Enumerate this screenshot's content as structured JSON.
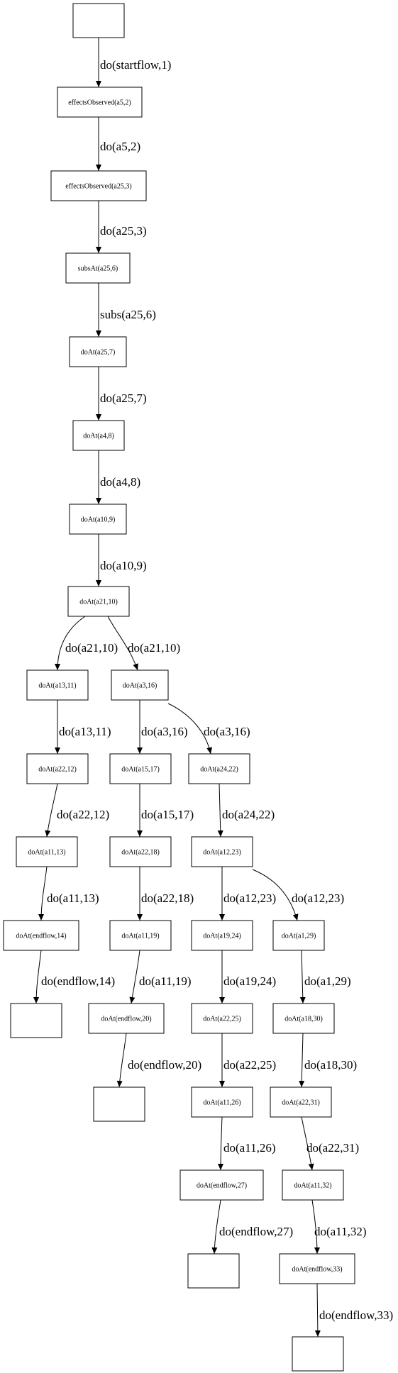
{
  "nodes": {
    "start": "",
    "n2": "effectsObserved(a5,2)",
    "n3": "effectsObserved(a25,3)",
    "n6": "subsAt(a25,6)",
    "n7": "doAt(a25,7)",
    "n8": "doAt(a4,8)",
    "n9": "doAt(a10,9)",
    "n10": "doAt(a21,10)",
    "n11": "doAt(a13,11)",
    "n16": "doAt(a3,16)",
    "n12": "doAt(a22,12)",
    "n17": "doAt(a15,17)",
    "n22": "doAt(a24,22)",
    "n13": "doAt(a11,13)",
    "n18": "doAt(a22,18)",
    "n23": "doAt(a12,23)",
    "n14": "doAt(endflow,14)",
    "n19": "doAt(a11,19)",
    "n24": "doAt(a19,24)",
    "n29": "doAt(a1,29)",
    "e14": "",
    "n20": "doAt(endflow,20)",
    "n25": "doAt(a22,25)",
    "n30": "doAt(a18,30)",
    "e20": "",
    "n26": "doAt(a11,26)",
    "n31": "doAt(a22,31)",
    "n27": "doAt(endflow,27)",
    "n32": "doAt(a11,32)",
    "e27": "",
    "n33": "doAt(endflow,33)",
    "e33": ""
  },
  "edges": {
    "start_n2": "do(startflow,1)",
    "n2_n3": "do(a5,2)",
    "n3_n6": "do(a25,3)",
    "n6_n7": "subs(a25,6)",
    "n7_n8": "do(a25,7)",
    "n8_n9": "do(a4,8)",
    "n9_n10": "do(a10,9)",
    "n10_n11": "do(a21,10)",
    "n10_n16": "do(a21,10)",
    "n11_n12": "do(a13,11)",
    "n16_n17": "do(a3,16)",
    "n16_n22": "do(a3,16)",
    "n12_n13": "do(a22,12)",
    "n17_n18": "do(a15,17)",
    "n22_n23": "do(a24,22)",
    "n13_n14": "do(a11,13)",
    "n18_n19": "do(a22,18)",
    "n23_n24": "do(a12,23)",
    "n23_n29": "do(a12,23)",
    "n14_e14": "do(endflow,14)",
    "n19_n20": "do(a11,19)",
    "n24_n25": "do(a19,24)",
    "n29_n30": "do(a1,29)",
    "n20_e20": "do(endflow,20)",
    "n25_n26": "do(a22,25)",
    "n30_n31": "do(a18,30)",
    "n26_n27": "do(a11,26)",
    "n31_n32": "do(a22,31)",
    "n27_e27": "do(endflow,27)",
    "n32_n33": "do(a11,32)",
    "n33_e33": "do(endflow,33)"
  }
}
